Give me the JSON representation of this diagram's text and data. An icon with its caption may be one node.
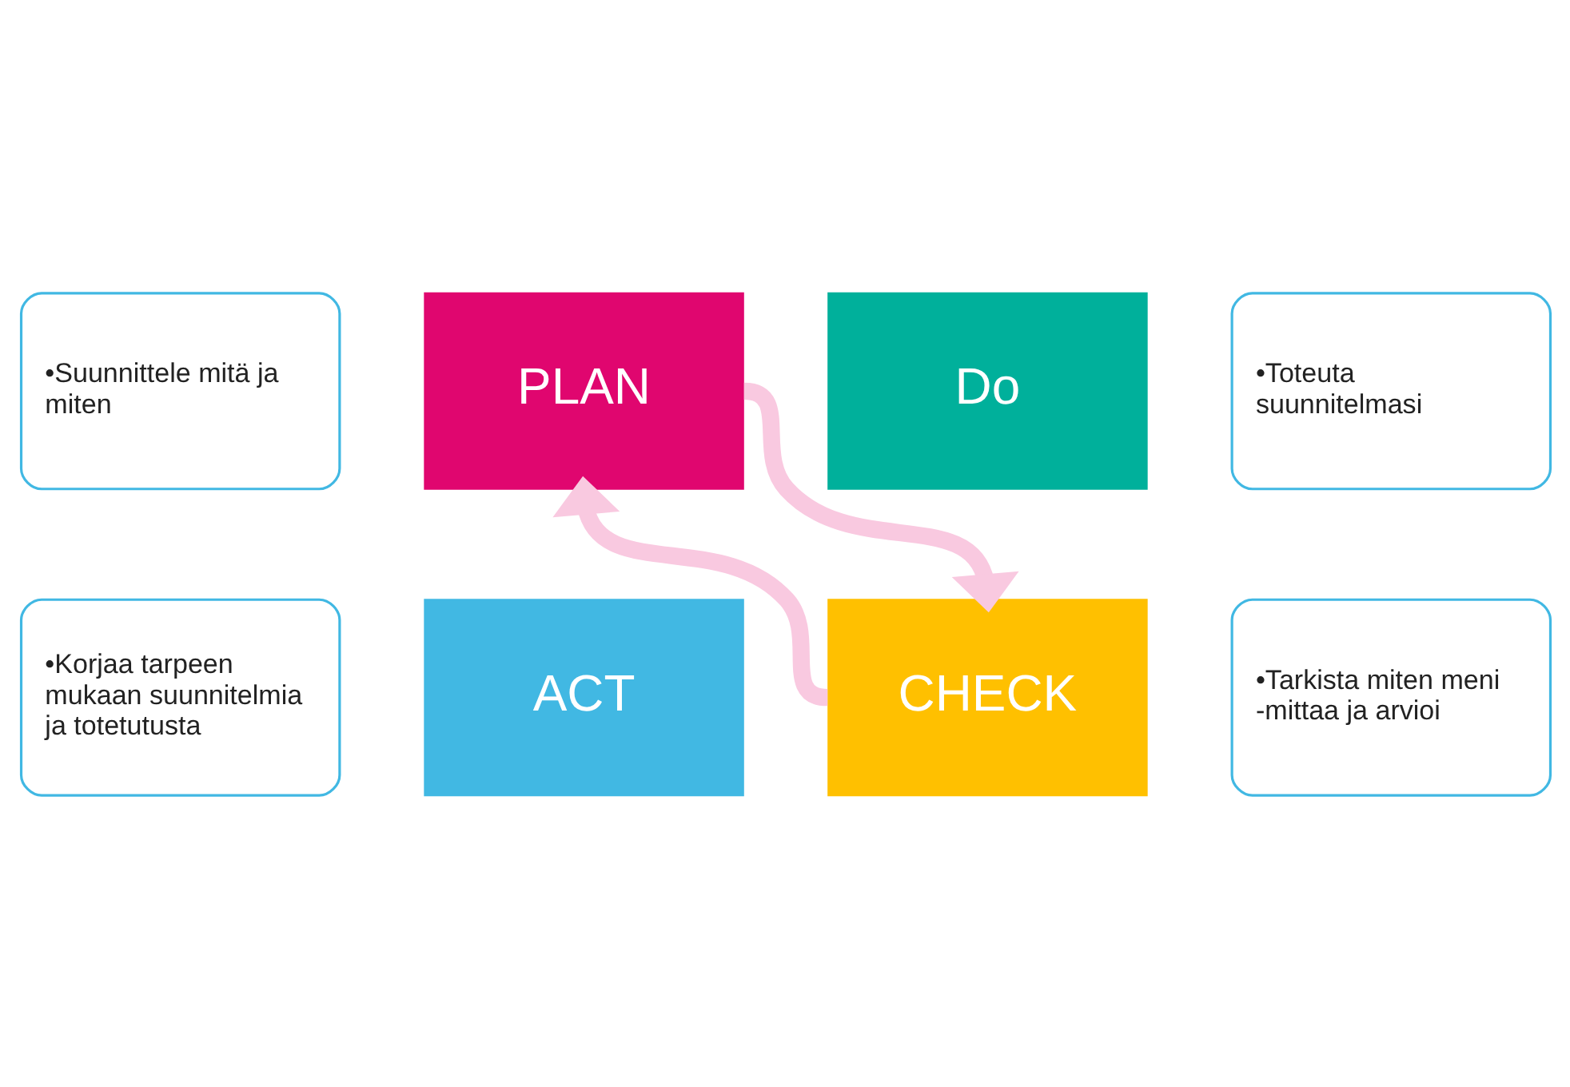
{
  "diagram": {
    "nodes": [
      {
        "text": [
          "•Suunnittele mitä ja miten"
        ]
      },
      {
        "text": [
          "•Toteuta suunnitelmasi"
        ]
      },
      {
        "text": [
          "PLAN"
        ]
      },
      {
        "text": [
          "Do"
        ]
      },
      {
        "text": [
          "ACT"
        ]
      },
      {
        "text": [
          "CHECK"
        ]
      },
      {
        "text": [
          "•Korjaa tarpeen mukaan suunnitelmia ja totetutusta"
        ]
      },
      {
        "text": [
          "•Tarkista miten meni -mittaa ja arvioi"
        ]
      }
    ],
    "edges": [
      {
        "from": 2,
        "to": 5,
        "arrow": "to"
      },
      {
        "from": 5,
        "to": 2,
        "arrow": "to"
      }
    ]
  }
}
